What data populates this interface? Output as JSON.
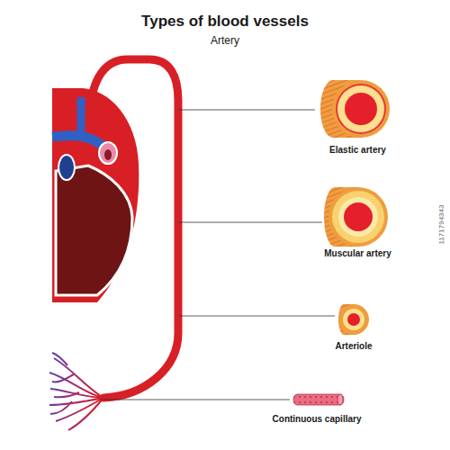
{
  "diagram": {
    "title": "Types of blood vessels",
    "nodes": [
      {
        "text": [
          "Elastic artery"
        ]
      },
      {
        "text": [
          "Muscular artery"
        ]
      },
      {
        "text": [
          "Arteriole"
        ]
      },
      {
        "text": [
          "Continuous capillary"
        ]
      }
    ],
    "labels": [
      "Artery",
      "1171794343"
    ]
  }
}
